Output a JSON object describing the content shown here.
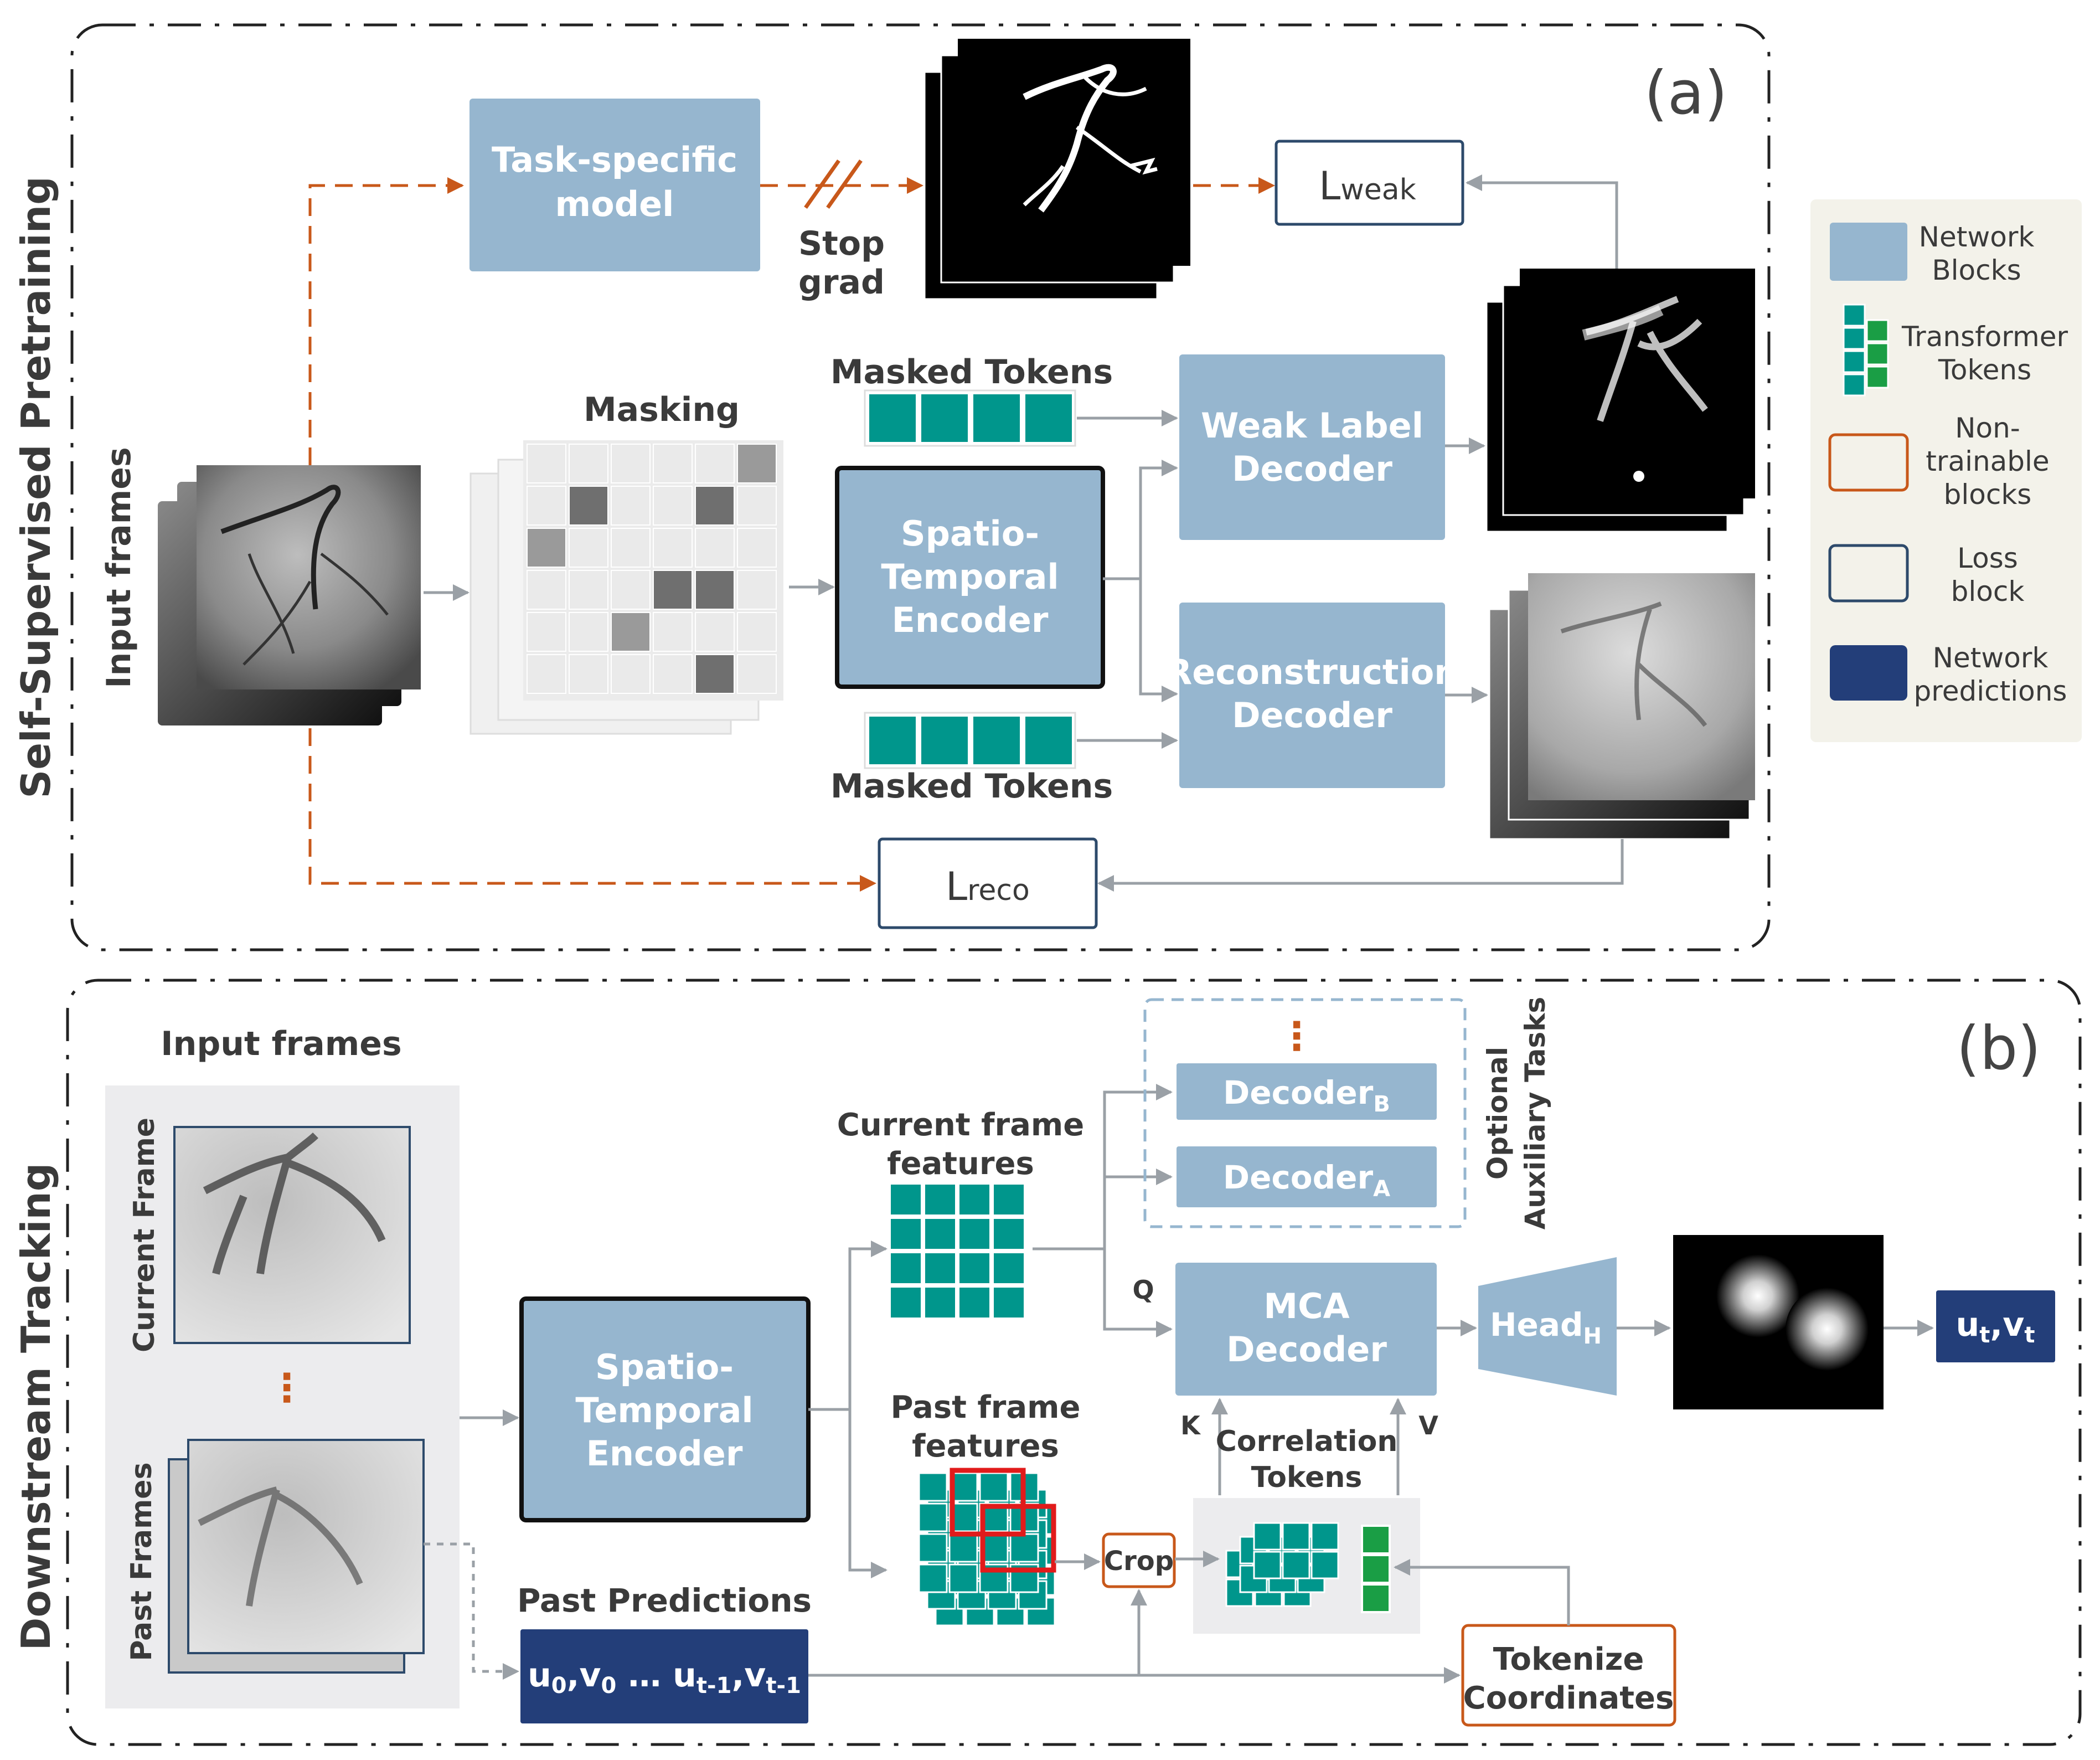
{
  "panel_a": {
    "tag": "(a)",
    "side_label": "Self-Supervised Pretraining",
    "input_frames": "Input frames",
    "task_model": [
      "Task-specific",
      "model"
    ],
    "stop_grad": [
      "Stop",
      "grad"
    ],
    "loss_weak": {
      "main": "L",
      "sub": "weak"
    },
    "masking": "Masking",
    "masked_tokens_top": "Masked Tokens",
    "masked_tokens_bottom": "Masked Tokens",
    "encoder": [
      "Spatio-",
      "Temporal",
      "Encoder"
    ],
    "weak_decoder": [
      "Weak Label",
      "Decoder"
    ],
    "reco_decoder": [
      "Reconstruction",
      "Decoder"
    ],
    "loss_reco": {
      "main": "L",
      "sub": "reco"
    }
  },
  "legend": {
    "network_blocks": [
      "Network",
      "Blocks"
    ],
    "transformer_tokens": [
      "Transformer",
      "Tokens"
    ],
    "non_trainable": [
      "Non-",
      "trainable",
      "blocks"
    ],
    "loss_block": [
      "Loss",
      "block"
    ],
    "network_predictions": [
      "Network",
      "predictions"
    ]
  },
  "panel_b": {
    "tag": "(b)",
    "side_label": "Downstream Tracking",
    "input_frames": "Input frames",
    "current_frame": "Current Frame",
    "past_frames": "Past Frames",
    "encoder": [
      "Spatio-",
      "Temporal",
      "Encoder"
    ],
    "current_features": [
      "Current frame",
      "features"
    ],
    "past_features": [
      "Past frame",
      "features"
    ],
    "decoder_b": {
      "main": "Decoder",
      "sub": "B"
    },
    "decoder_a": {
      "main": "Decoder",
      "sub": "A"
    },
    "optional_tasks": [
      "Optional",
      "Auxiliary Tasks"
    ],
    "mca_decoder": [
      "MCA",
      "Decoder"
    ],
    "q": "Q",
    "k": "K",
    "v": "V",
    "correlation_tokens": [
      "Correlation",
      "Tokens"
    ],
    "crop": "Crop",
    "head": {
      "main": "Head",
      "sub": "H"
    },
    "output": {
      "u": "u",
      "us": "t",
      "sep": ",",
      "v": "v",
      "vs": "t"
    },
    "past_predictions": "Past Predictions",
    "past_pred_value": {
      "u0": "u",
      "u0s": "0",
      "c1": ",",
      "v0": "v",
      "v0s": "0",
      "dots": " … ",
      "ut": "u",
      "uts": "t-1",
      "c2": ",",
      "vt": "v",
      "vts": "t-1"
    },
    "tokenize": [
      "Tokenize",
      "Coordinates"
    ]
  },
  "colors": {
    "network_block": "#96B6CF",
    "token": "#00968C",
    "token_green": "#1A9E45",
    "non_trainable": "#C8581A",
    "loss_border": "#2D4A6B",
    "prediction": "#233E79",
    "arrow_gray": "#9AA0A6",
    "legend_bg": "#F3F2EA"
  }
}
